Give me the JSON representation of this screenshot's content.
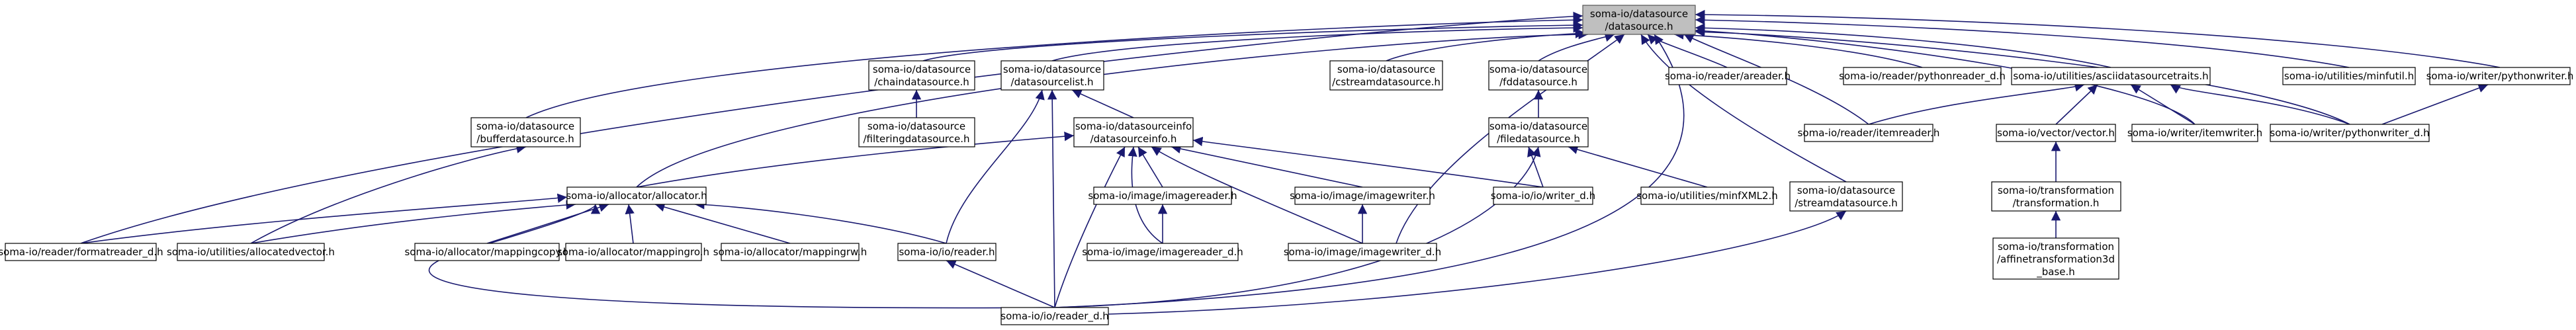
{
  "diagram": {
    "nodes": [
      {
        "id": "datasource",
        "lines": [
          "soma-io/datasource",
          "/datasource.h"
        ],
        "root": true
      },
      {
        "id": "chaindatasource",
        "lines": [
          "soma-io/datasource",
          "/chaindatasource.h"
        ]
      },
      {
        "id": "datasourcelist",
        "lines": [
          "soma-io/datasource",
          "/datasourcelist.h"
        ]
      },
      {
        "id": "cstreamdatasource",
        "lines": [
          "soma-io/datasource",
          "/cstreamdatasource.h"
        ]
      },
      {
        "id": "fddatasource",
        "lines": [
          "soma-io/datasource",
          "/fddatasource.h"
        ]
      },
      {
        "id": "areader",
        "lines": [
          "soma-io/reader/areader.h"
        ]
      },
      {
        "id": "pythonreader_d",
        "lines": [
          "soma-io/reader/pythonreader_d.h"
        ]
      },
      {
        "id": "asciidatasourcetraits",
        "lines": [
          "soma-io/utilities/asciidatasourcetraits.h"
        ]
      },
      {
        "id": "minfutil",
        "lines": [
          "soma-io/utilities/minfutil.h"
        ]
      },
      {
        "id": "pythonwriter",
        "lines": [
          "soma-io/writer/pythonwriter.h"
        ]
      },
      {
        "id": "bufferdatasource",
        "lines": [
          "soma-io/datasource",
          "/bufferdatasource.h"
        ]
      },
      {
        "id": "filteringdatasource",
        "lines": [
          "soma-io/datasource",
          "/filteringdatasource.h"
        ]
      },
      {
        "id": "datasourceinfo",
        "lines": [
          "soma-io/datasourceinfo",
          "/datasourceinfo.h"
        ]
      },
      {
        "id": "filedatasource",
        "lines": [
          "soma-io/datasource",
          "/filedatasource.h"
        ]
      },
      {
        "id": "itemreader",
        "lines": [
          "soma-io/reader/itemreader.h"
        ]
      },
      {
        "id": "vector",
        "lines": [
          "soma-io/vector/vector.h"
        ]
      },
      {
        "id": "itemwriter",
        "lines": [
          "soma-io/writer/itemwriter.h"
        ]
      },
      {
        "id": "pythonwriter_d",
        "lines": [
          "soma-io/writer/pythonwriter_d.h"
        ]
      },
      {
        "id": "allocator",
        "lines": [
          "soma-io/allocator/allocator.h"
        ]
      },
      {
        "id": "imagereader",
        "lines": [
          "soma-io/image/imagereader.h"
        ]
      },
      {
        "id": "imagewriter",
        "lines": [
          "soma-io/image/imagewriter.h"
        ]
      },
      {
        "id": "writer_d",
        "lines": [
          "soma-io/io/writer_d.h"
        ]
      },
      {
        "id": "minfxml2",
        "lines": [
          "soma-io/utilities/minfXML2.h"
        ]
      },
      {
        "id": "streamdatasource",
        "lines": [
          "soma-io/datasource",
          "/streamdatasource.h"
        ]
      },
      {
        "id": "transformation",
        "lines": [
          "soma-io/transformation",
          "/transformation.h"
        ]
      },
      {
        "id": "formatreader_d",
        "lines": [
          "soma-io/reader/formatreader_d.h"
        ]
      },
      {
        "id": "allocatedvector",
        "lines": [
          "soma-io/utilities/allocatedvector.h"
        ]
      },
      {
        "id": "mappingcopy",
        "lines": [
          "soma-io/allocator/mappingcopy.h"
        ]
      },
      {
        "id": "mappingro",
        "lines": [
          "soma-io/allocator/mappingro.h"
        ]
      },
      {
        "id": "mappingrw",
        "lines": [
          "soma-io/allocator/mappingrw.h"
        ]
      },
      {
        "id": "ioreader",
        "lines": [
          "soma-io/io/reader.h"
        ]
      },
      {
        "id": "imagereader_d",
        "lines": [
          "soma-io/image/imagereader_d.h"
        ]
      },
      {
        "id": "imagewriter_d",
        "lines": [
          "soma-io/image/imagewriter_d.h"
        ]
      },
      {
        "id": "affinetransformation3d",
        "lines": [
          "soma-io/transformation",
          "/affinetransformation3d",
          "_base.h"
        ]
      },
      {
        "id": "reader_d",
        "lines": [
          "soma-io/io/reader_d.h"
        ]
      }
    ]
  }
}
